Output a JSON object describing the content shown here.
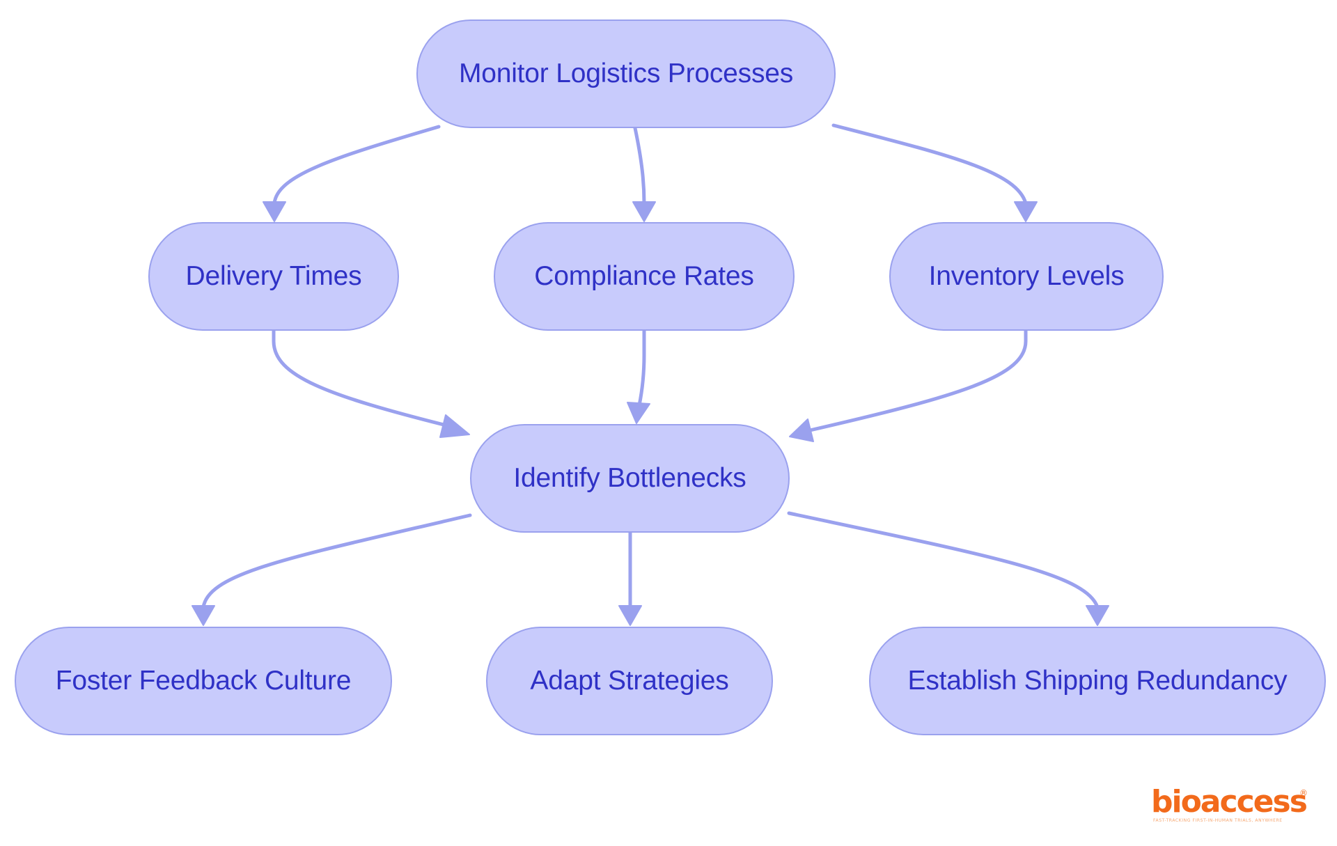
{
  "nodes": {
    "monitor": "Monitor Logistics Processes",
    "delivery": "Delivery Times",
    "compliance": "Compliance Rates",
    "inventory": "Inventory Levels",
    "identify": "Identify Bottlenecks",
    "foster": "Foster Feedback Culture",
    "adapt": "Adapt Strategies",
    "establish": "Establish Shipping Redundancy"
  },
  "edges": [
    {
      "from": "monitor",
      "to": "delivery"
    },
    {
      "from": "monitor",
      "to": "compliance"
    },
    {
      "from": "monitor",
      "to": "inventory"
    },
    {
      "from": "delivery",
      "to": "identify"
    },
    {
      "from": "compliance",
      "to": "identify"
    },
    {
      "from": "inventory",
      "to": "identify"
    },
    {
      "from": "identify",
      "to": "foster"
    },
    {
      "from": "identify",
      "to": "adapt"
    },
    {
      "from": "identify",
      "to": "establish"
    }
  ],
  "logo": {
    "wordmark": "bioaccess",
    "registered": "®",
    "tagline": "FAST-TRACKING FIRST-IN-HUMAN TRIALS, ANYWHERE"
  },
  "colors": {
    "node_fill": "#c8cbfc",
    "node_border": "#9aa1ee",
    "node_text": "#2f31c6",
    "edge": "#9aa1ee",
    "logo": "#f26a1b"
  }
}
